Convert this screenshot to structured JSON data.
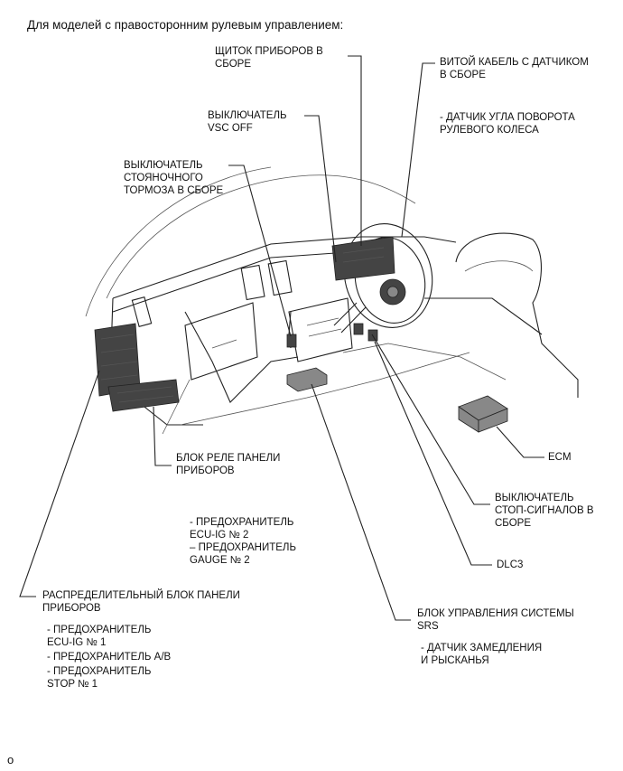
{
  "title": "Для моделей с правосторонним рулевым управлением:",
  "labels": {
    "instrument_cluster": [
      "ЩИТОК ПРИБОРОВ В",
      "СБОРЕ"
    ],
    "spiral_cable": [
      "ВИТОЙ КАБЕЛЬ С ДАТЧИКОМ",
      "В СБОРЕ"
    ],
    "steering_sensor": [
      "- ДАТЧИК УГЛА ПОВОРОТА",
      "РУЛЕВОГО КОЛЕСА"
    ],
    "vsc_off_switch": [
      "ВЫКЛЮЧАТЕЛЬ",
      "VSC OFF"
    ],
    "parking_brake_switch": [
      "ВЫКЛЮЧАТЕЛЬ",
      "СТОЯНОЧНОГО",
      "ТОРМОЗА В СБОРЕ"
    ],
    "relay_block": [
      "БЛОК РЕЛЕ ПАНЕЛИ",
      "ПРИБОРОВ"
    ],
    "ecm": [
      "ECM"
    ],
    "stop_light_switch": [
      "ВЫКЛЮЧАТЕЛЬ",
      "СТОП-СИГНАЛОВ В",
      "СБОРЕ"
    ],
    "fuses_center": [
      "- ПРЕДОХРАНИТЕЛЬ",
      "ECU-IG № 2",
      "– ПРЕДОХРАНИТЕЛЬ",
      "GAUGE № 2"
    ],
    "dlc3": [
      "DLC3"
    ],
    "junction_block": [
      "РАСПРЕДЕЛИТЕЛЬНЫЙ БЛОК ПАНЕЛИ",
      "ПРИБОРОВ"
    ],
    "junction_fuses": [
      "- ПРЕДОХРАНИТЕЛЬ",
      "ECU-IG № 1",
      "- ПРЕДОХРАНИТЕЛЬ A/B",
      "- ПРЕДОХРАНИТЕЛЬ",
      "STOP №  1"
    ],
    "srs_ecu": [
      "БЛОК УПРАВЛЕНИЯ СИСТЕМЫ",
      "SRS"
    ],
    "yaw_sensor": [
      "- ДАТЧИК ЗАМЕДЛЕНИЯ",
      "И РЫСКАНЬЯ"
    ]
  },
  "footer_mark": "o"
}
